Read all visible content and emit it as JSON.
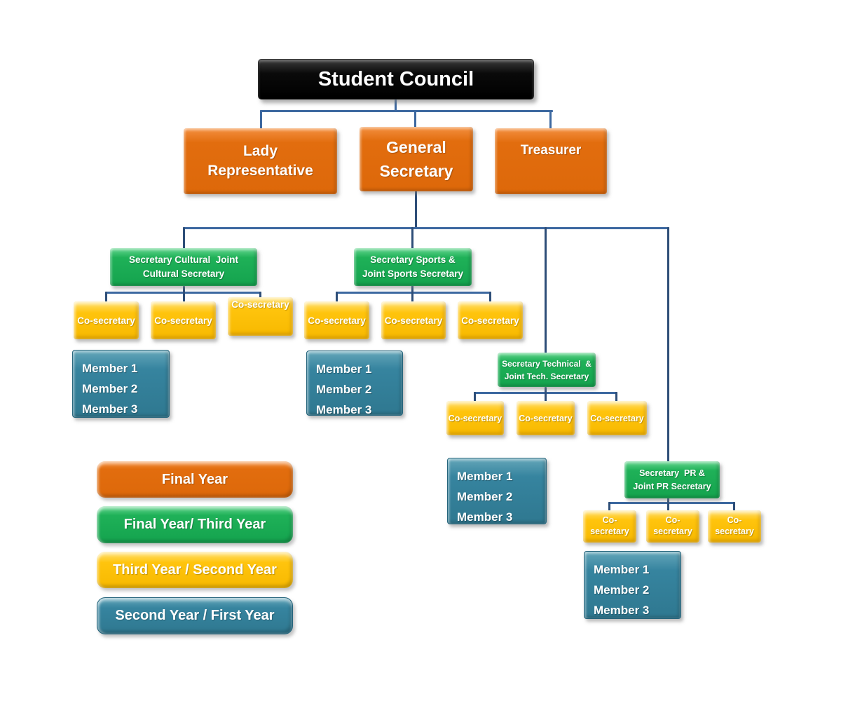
{
  "title": "Student Council Organization Chart",
  "colors": {
    "root_box": "#000000",
    "officer_orange": "#E26D0E",
    "secretary_green": "#1FB158",
    "co_secretary_yellow": "#FFC40D",
    "member_teal": "#36849F",
    "connector_blue": "#3C68A0",
    "connector_dark_blue": "#2E4E78",
    "text": "#FFFFFF"
  },
  "root": {
    "label": "Student Council"
  },
  "officers": [
    {
      "lines": [
        "Lady",
        "Representative"
      ]
    },
    {
      "lines": [
        "General",
        "Secretary"
      ]
    },
    {
      "lines": [
        "Treasurer"
      ]
    }
  ],
  "branches": [
    {
      "name": "cultural",
      "secretary_lines": [
        "Secretary Cultural  Joint",
        "Cultural Secretary"
      ],
      "co_secretaries": [
        "Co-secretary",
        "Co-secretary",
        "Co-secretary"
      ],
      "members": [
        "Member 1",
        "Member 2",
        "Member 3"
      ]
    },
    {
      "name": "sports",
      "secretary_lines": [
        "Secretary Sports &",
        "Joint Sports Secretary"
      ],
      "co_secretaries": [
        "Co-secretary",
        "Co-secretary",
        "Co-secretary"
      ],
      "members": [
        "Member 1",
        "Member 2",
        "Member 3"
      ]
    },
    {
      "name": "technical",
      "secretary_lines": [
        "Secretary Technical  &",
        "Joint Tech. Secretary"
      ],
      "co_secretaries": [
        "Co-secretary",
        "Co-secretary",
        "Co-secretary"
      ],
      "members": [
        "Member 1",
        "Member 2",
        "Member 3"
      ]
    },
    {
      "name": "pr",
      "secretary_lines": [
        "Secretary  PR &",
        "Joint PR Secretary"
      ],
      "co_secretaries": [
        "Co-secretary",
        "Co-secretary",
        "Co-secretary"
      ],
      "members": [
        "Member 1",
        "Member 2",
        "Member 3"
      ]
    }
  ],
  "legend": [
    {
      "label": "Final Year",
      "color": "#E26D0E"
    },
    {
      "label": "Final Year/ Third Year",
      "color": "#1FB158"
    },
    {
      "label": "Third Year / Second Year",
      "color": "#FFC40D"
    },
    {
      "label": "Second Year / First Year",
      "color": "#36849F"
    }
  ]
}
